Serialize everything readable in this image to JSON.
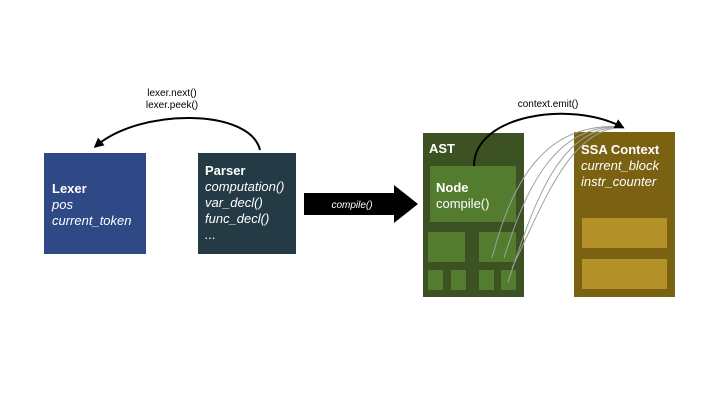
{
  "colors": {
    "lexer": "#2f4886",
    "parser": "#243a44",
    "ast": "#3d5222",
    "node": "#547c2f",
    "ssa": "#7a6212",
    "ssa_slot": "#b39128",
    "arrow": "#000000"
  },
  "lexer": {
    "title": "Lexer",
    "fields": [
      "pos",
      "current_token"
    ]
  },
  "parser": {
    "title": "Parser",
    "methods": [
      "computation()",
      "var_decl()",
      "func_decl()",
      "..."
    ]
  },
  "lexer_calls": [
    "lexer.next()",
    "lexer.peek()"
  ],
  "compile_arrow_label": "compile()",
  "ast": {
    "title": "AST",
    "node_title": "Node",
    "node_method": "compile()"
  },
  "emit_label": "context.emit()",
  "ssa": {
    "title": "SSA Context",
    "fields": [
      "current_block",
      "instr_counter"
    ]
  }
}
